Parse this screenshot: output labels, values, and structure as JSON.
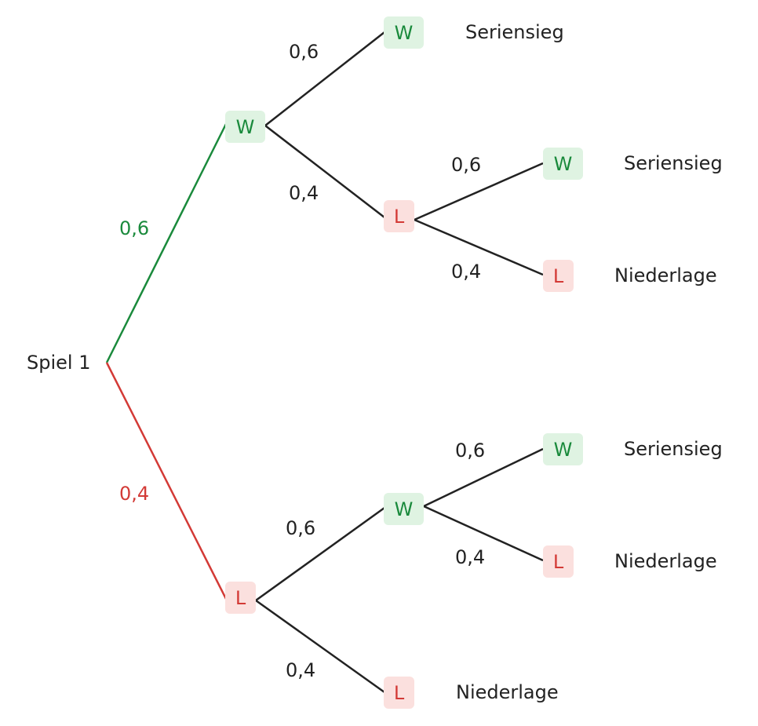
{
  "root": {
    "label": "Spiel 1"
  },
  "colors": {
    "win_text": "#1a8a3c",
    "win_bg": "#dff3e2",
    "loss_text": "#d33a36",
    "loss_bg": "#fbe0de",
    "edge": "#222222",
    "edge_win_first": "#1a8a3c",
    "edge_loss_first": "#d33a36",
    "text": "#222222"
  },
  "nodes": {
    "W1": "W",
    "L1": "L",
    "WW": "W",
    "WL": "L",
    "WLW": "W",
    "WLL": "L",
    "LW": "W",
    "LL": "L",
    "LWW": "W",
    "LWL": "L"
  },
  "edges": {
    "root_W1": "0,6",
    "root_L1": "0,4",
    "W1_WW": "0,6",
    "W1_WL": "0,4",
    "WL_WLW": "0,6",
    "WL_WLL": "0,4",
    "L1_LW": "0,6",
    "L1_LL": "0,4",
    "LW_LWW": "0,6",
    "LW_LWL": "0,4"
  },
  "outcomes": {
    "WW": "Seriensieg",
    "WLW": "Seriensieg",
    "WLL": "Niederlage",
    "LWW": "Seriensieg",
    "LWL": "Niederlage",
    "LL": "Niederlage"
  }
}
